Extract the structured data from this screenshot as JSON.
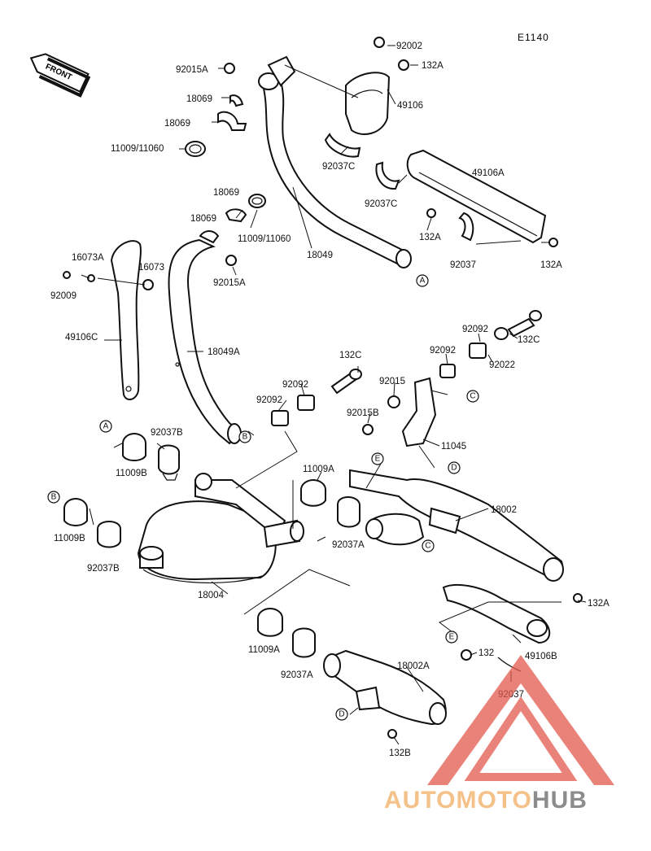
{
  "diagram_code": "E1140",
  "front_label": "FRONT",
  "part_labels": [
    "92002",
    "132A",
    "49106",
    "92037C",
    "18049",
    "92015A",
    "18069",
    "18069",
    "11009/11060",
    "49106A",
    "92037C",
    "132A",
    "92037",
    "132A",
    "18069",
    "18069",
    "11009/11060",
    "92015A",
    "16073A",
    "16073",
    "92009",
    "49106C",
    "18049A",
    "132C",
    "92092",
    "92022",
    "132C",
    "92092",
    "92092",
    "92015",
    "92092",
    "92015B",
    "11045",
    "92037B",
    "11009B",
    "11009A",
    "18002",
    "11009B",
    "92037B",
    "92037A",
    "18004",
    "132A",
    "132",
    "49106B",
    "92037",
    "11009A",
    "92037A",
    "18002A",
    "132B"
  ],
  "callouts": [
    "A",
    "A",
    "B",
    "B",
    "C",
    "C",
    "D",
    "D",
    "E",
    "E"
  ],
  "watermark": {
    "part1": "AUTOMOTO",
    "part2": "HUB",
    "color1": "#f4c189",
    "color2": "#8c8c8c",
    "triangle_color": "#e15a4e"
  }
}
